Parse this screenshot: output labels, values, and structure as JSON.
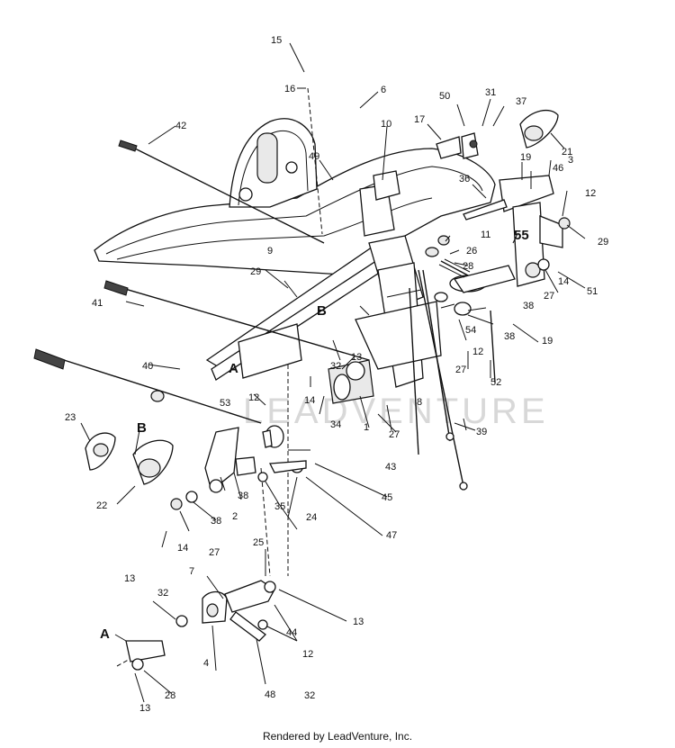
{
  "footer": "Rendered by LeadVenture, Inc.",
  "watermark": "LEADVENTURE",
  "labels": [
    "15",
    "16",
    "6",
    "10",
    "50",
    "31",
    "37",
    "17",
    "21",
    "42",
    "49",
    "19",
    "46",
    "3",
    "36",
    "12",
    "55",
    "11",
    "26",
    "29",
    "28",
    "29",
    "9",
    "41",
    "B",
    "54",
    "38",
    "51",
    "14",
    "27",
    "38",
    "19",
    "A",
    "32",
    "13",
    "40",
    "12",
    "52",
    "14",
    "34",
    "1",
    "53",
    "12",
    "27",
    "39",
    "23",
    "B",
    "8",
    "27",
    "43",
    "38",
    "22",
    "45",
    "2",
    "35",
    "24",
    "38",
    "47",
    "14",
    "27",
    "25",
    "13",
    "7",
    "32",
    "44",
    "13",
    "12",
    "A",
    "4",
    "28",
    "48",
    "32",
    "13"
  ],
  "colors": {
    "ink": "#111111",
    "watermark": "#d8d8d8"
  }
}
